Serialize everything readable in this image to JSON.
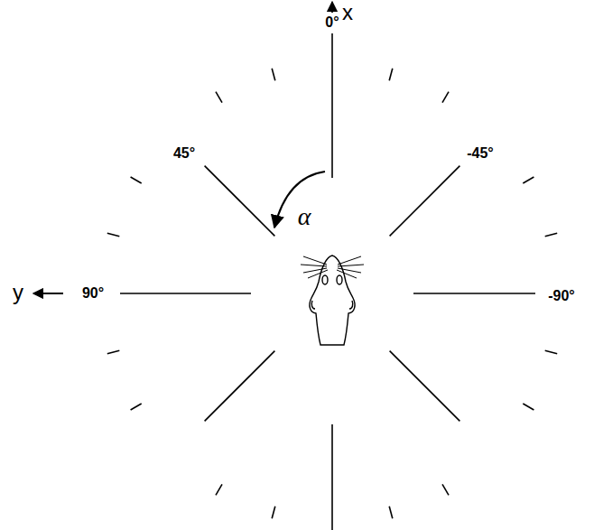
{
  "diagram": {
    "labels": [
      "x",
      "0°",
      "45°",
      "-45°",
      "y",
      "90°",
      "-90°",
      "α"
    ]
  }
}
